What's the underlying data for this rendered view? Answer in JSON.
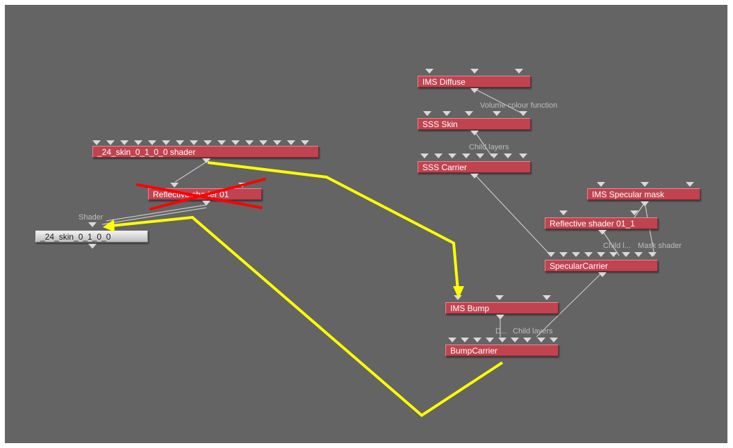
{
  "nodes": {
    "skin_shader": {
      "label": "_24_skin_0_1_0_0 shader"
    },
    "reflective": {
      "label": "Reflective shader 01"
    },
    "skin_output": {
      "label": "_24_skin_0_1_0_0"
    },
    "ims_diffuse": {
      "label": "IMS Diffuse"
    },
    "sss_skin": {
      "label": "SSS Skin"
    },
    "sss_carrier": {
      "label": "SSS Carrier"
    },
    "ims_specular_mask": {
      "label": "IMS Specular mask"
    },
    "reflective_1": {
      "label": "Reflective shader 01_1"
    },
    "specular_carrier": {
      "label": "SpecularCarrier"
    },
    "ims_bump": {
      "label": "IMS Bump"
    },
    "bump_carrier": {
      "label": "BumpCarrier"
    }
  },
  "port_labels": {
    "shader": "Shader",
    "volume_colour_function": "Volume colour function",
    "child_layers_sss": "Child layers",
    "child_layers_specular": "Child l...",
    "mask_shader": "Mask shader",
    "bump_d": "D...",
    "child_layers_bump": "Child layers"
  },
  "annotation": {
    "cross_color": "#ff0000",
    "arrow_color": "#ffff00"
  },
  "colors": {
    "canvas": "#646464",
    "node": "#c0434f",
    "wire": "#c8c8c8"
  }
}
